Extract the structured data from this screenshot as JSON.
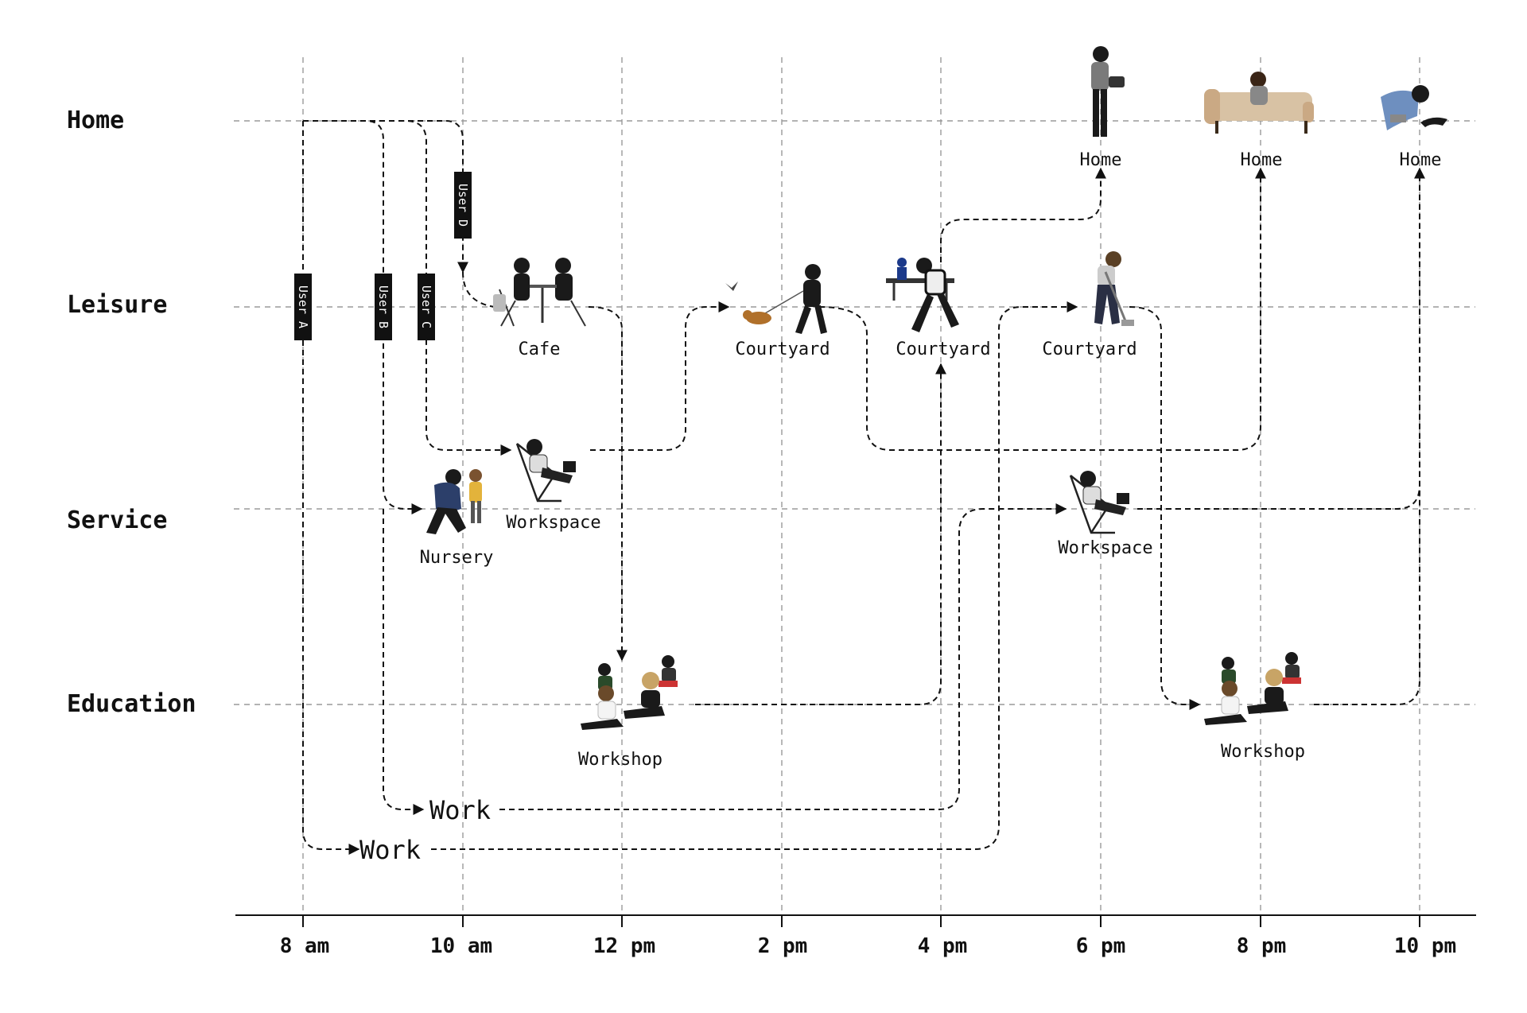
{
  "rows": [
    "Home",
    "Leisure",
    "Service",
    "Education"
  ],
  "time_axis": [
    "8 am",
    "10 am",
    "12 pm",
    "2 pm",
    "4 pm",
    "6 pm",
    "8 pm",
    "10 pm"
  ],
  "users": [
    "User A",
    "User B",
    "User C",
    "User D"
  ],
  "places": {
    "cafe": "Cafe",
    "courtyard_2pm": "Courtyard",
    "courtyard_4pm": "Courtyard",
    "courtyard_6pm": "Courtyard",
    "home_6pm": "Home",
    "home_8pm": "Home",
    "home_10pm": "Home",
    "workspace_am": "Workspace",
    "nursery": "Nursery",
    "workspace_pm": "Workspace",
    "workshop_noon": "Workshop",
    "workshop_eve": "Workshop"
  },
  "work_labels": [
    "Work",
    "Work"
  ],
  "colors": {
    "grid": "#9a9a9a",
    "path": "#111111",
    "axis": "#111111",
    "tag_bg": "#111111",
    "tag_text": "#ffffff"
  }
}
